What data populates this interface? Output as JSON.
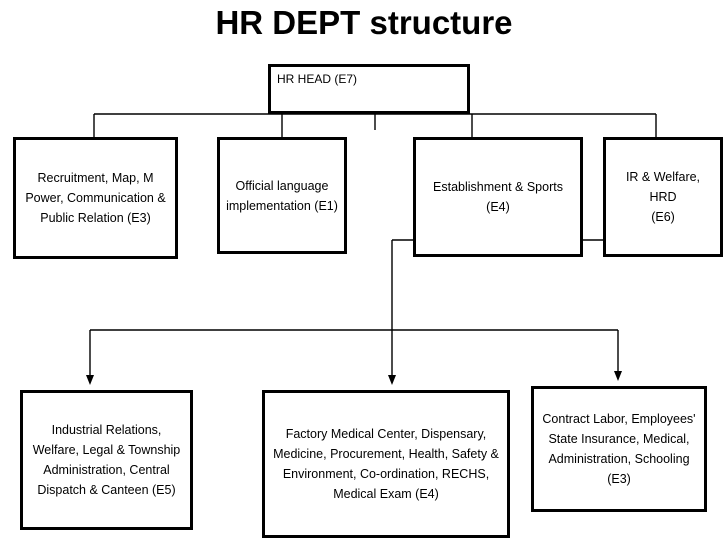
{
  "title": "HR DEPT structure",
  "nodes": {
    "head": "HR HEAD (E7)",
    "recruitment": "Recruitment, Map, M\nPower, Communication &\nPublic Relation (E3)",
    "official_language": "Official language\nimplementation (E1)",
    "establishment": "Establishment & Sports\n(E4)",
    "ir_welfare": "IR & Welfare, HRD\n(E6)",
    "industrial_relations": "Industrial Relations,\nWelfare, Legal & Township\nAdministration, Central\nDispatch & Canteen (E5)",
    "factory_medical": "Factory Medical Center, Dispensary,\nMedicine, Procurement, Health, Safety &\nEnvironment, Co-ordination, RECHS,\nMedical Exam (E4)",
    "contract_labor": "Contract Labor, Employees'\nState Insurance, Medical,\nAdministration, Schooling (E3)"
  }
}
